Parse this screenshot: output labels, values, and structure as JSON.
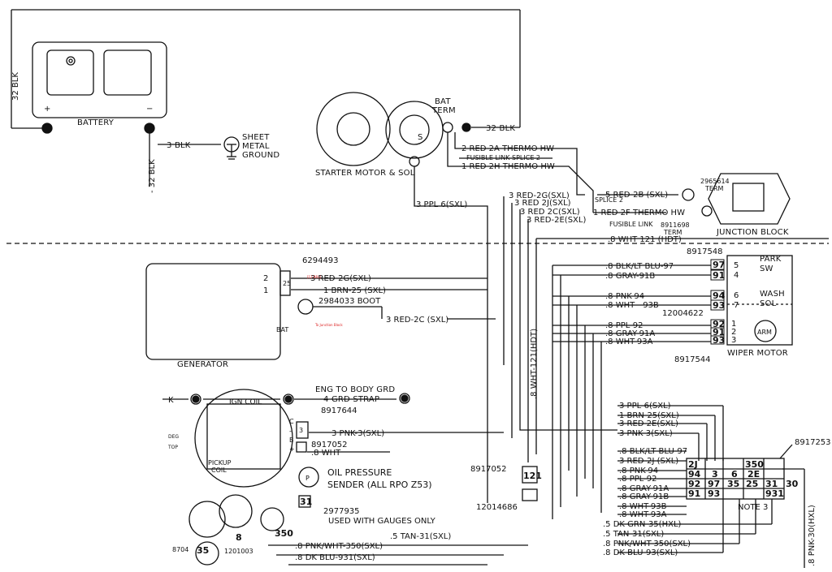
{
  "components": {
    "battery": "BATTERY",
    "sheet_metal_ground": [
      "SHEET",
      "METAL",
      "GROUND"
    ],
    "starter": "STARTER MOTOR & SOL",
    "bat_term": [
      "BAT",
      "TERM"
    ],
    "generator": "GENERATOR",
    "junction_block": "JUNCTION BLOCK",
    "wiper_motor": "WIPER MOTOR",
    "park_sw": [
      "PARK",
      "SW"
    ],
    "wash_sol": [
      "WASH",
      "SOL"
    ],
    "arm": "ARM",
    "ign_coil": "IGN COIL",
    "pickup_coil": [
      "PICKUP",
      "COIL"
    ],
    "oil_pressure": [
      "OIL PRESSURE",
      "SENDER (ALL RPO Z53)"
    ],
    "gauges_only": "USED WITH GAUGES ONLY",
    "eng_to_body": [
      "ENG TO BODY GRD",
      "4 GRD STRAP"
    ],
    "note3": "NOTE 3",
    "spilce2": "SPLICE 2",
    "fusible_link": "FUSIBLE LINK",
    "bat_small": "BAT",
    "det_top": [
      "DEG",
      "TOP"
    ]
  },
  "wires": {
    "blk32_left": "32 BLK",
    "blk32_top": "32 BLK",
    "blk3": "3 BLK",
    "blk32_vert": "- 32 BLK",
    "red2a": "2 RED 2A THERMO HW",
    "fusible_splice": "FUSIBLE LINK SPLICE 2",
    "red2h": "1 RED 2H THERMO HW",
    "ppl6_top": "3 PPL 6(SXL)",
    "red2g_top": "3 RED-2G(SXL)",
    "red2j_top": "3 RED 2J(SXL)",
    "red2c_top": "3 RED 2C(SXL)",
    "red2e_top": "3 RED-2E(SXL)",
    "red2b": "5 RED-2B (SXL)",
    "red2f": "1 RED 2F THERMO HW",
    "wht121": ".8 WHT 121 (HDT)",
    "wht121_vert": ".8 WHT-121(HDT)",
    "red2g_gen": "3 RED-2G(SXL)",
    "brn25_gen": "1 BRN-25 (SXL)",
    "red2c_gen": "3 RED-2C (SXL)",
    "blk_ltblu97_w": ".8 BLK/LT BLU-97",
    "gray91b_w": ".8 GRAY-91B",
    "pnk94_w": ".8 PNK-94",
    "wht93b_w": ".8 WHT - 93B",
    "ppl92_w": ".8 PPL-92",
    "gray91a_w": ".8 GRAY-91A",
    "wht93a_w": ".8 WHT-93A",
    "ppl6_b": "3 PPL-6(SXL)",
    "brn25_b": "1 BRN-25(SXL)",
    "red2e_b": "3 RED 2E(SXL)",
    "pnk3_b": "3 PNK 3(SXL)",
    "pnk3_coil": "3 PNK-3(SXL)",
    "wht8": ".8 WHT",
    "blk97_b": ".8 BLK/LT BLU-97",
    "red2j_b": "3 RED-2J (SXL)",
    "pnk94_b": ".8 PNK-94",
    "ppl92_b": ".8 PPL-92",
    "gray91a_b": ".8 GRAY-91A",
    "gray91b_b": ".8 GRAY-91B",
    "wht93b_b": ".8 WHT-93B",
    "wht93a_b": ".8 WHT-93A",
    "dkgrn35": ".5 DK GRN-35(HXL)",
    "tan31_b": ".5 TAN-31(SXL)",
    "pnkwht350_b": ".8 PNK/WHT-350(SXL)",
    "dkblu931_b": ".8 DK BLU-93(SXL)",
    "tan31_l": ".5 TAN-31(SXL)",
    "pnkwht350_l": ".8 PNK/WHT-350(SXL)",
    "dkblu931_l": ".8 DK BLU-931(SXL)",
    "pnk30": ".8 PNK-30(HXL)",
    "k": "K"
  },
  "parts": {
    "p2965614": [
      "2965614",
      "TERM"
    ],
    "p8911698": [
      "8911698",
      "TERM"
    ],
    "p8917548": "8917548",
    "p12004622": "12004622",
    "p8917544": "8917544",
    "p6294493": "6294493",
    "p2984033": "2984033 BOOT",
    "p8917644": "8917644",
    "p8917052a": "8917052",
    "p8917052b": "8917052",
    "p12014686": "12014686",
    "p2977935": "2977935",
    "p8917253": "8917253",
    "p1201003": "1201003",
    "p8704": "8704"
  },
  "terminals": {
    "wiper": [
      "97",
      "91",
      "94",
      "93",
      "92",
      "91",
      "93"
    ],
    "wiper_pins": [
      "5",
      "4",
      "6",
      "7",
      "1",
      "2",
      "3"
    ],
    "gen": [
      "2",
      "1"
    ],
    "gen_side": "25",
    "right_block": [
      "2J",
      "350",
      "94",
      "3",
      "6",
      "2E",
      "92",
      "97",
      "35",
      "25",
      "31",
      "30",
      "91",
      "93",
      "931"
    ],
    "left_small": [
      "3",
      "C",
      "-",
      "B",
      "+"
    ],
    "oil": "31",
    "s121": "121",
    "s8": "8",
    "s35": "35",
    "s350": "350",
    "t_s": "S",
    "t_p": "P"
  },
  "red_annotations": {
    "a1": "[12 BRL]",
    "a2": "To Junction Block"
  }
}
